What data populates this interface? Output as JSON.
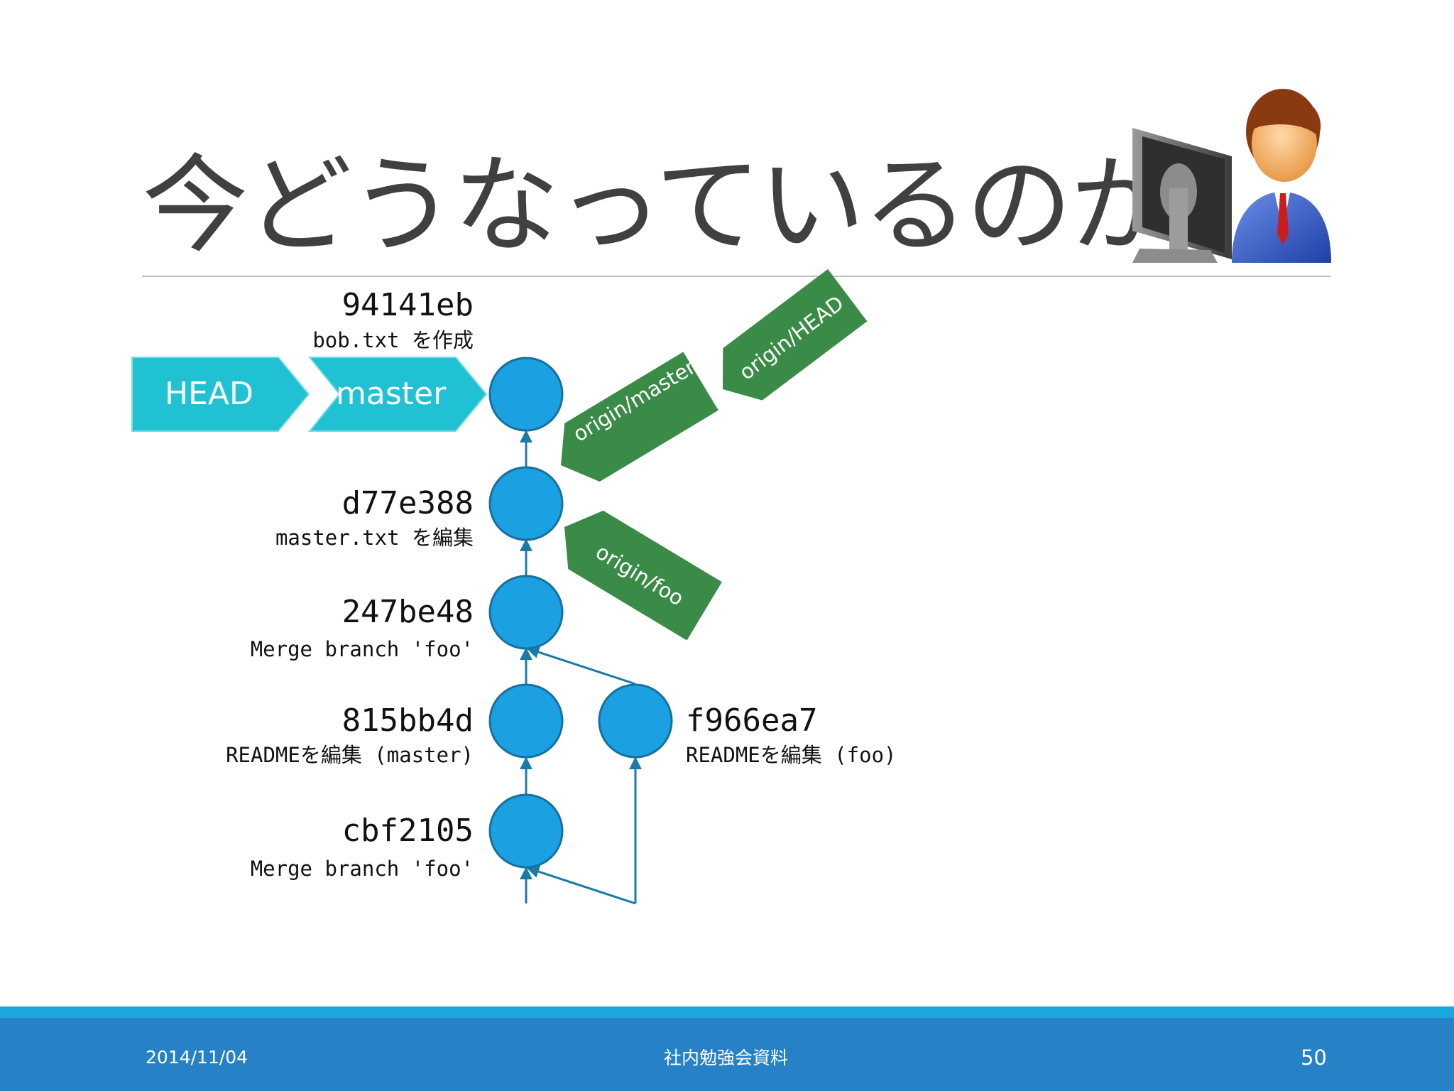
{
  "slide": {
    "title": "今どうなっているのか",
    "footer": {
      "date": "2014/11/04",
      "center": "社内勉強会資料",
      "page": "50"
    }
  },
  "refs": {
    "head": "HEAD",
    "master": "master",
    "origin_master": "origin/master",
    "origin_head": "origin/HEAD",
    "origin_foo": "origin/foo"
  },
  "commits": [
    {
      "hash": "94141eb",
      "message": "bob.txt を作成"
    },
    {
      "hash": "d77e388",
      "message": "master.txt を編集"
    },
    {
      "hash": "247be48",
      "message": "Merge branch 'foo'"
    },
    {
      "hash": "815bb4d",
      "message": "READMEを編集 (master)"
    },
    {
      "hash": "f966ea7",
      "message": "READMEを編集 (foo)"
    },
    {
      "hash": "cbf2105",
      "message": "Merge branch 'foo'"
    }
  ],
  "colors": {
    "commit_fill": "#1ba1e2",
    "commit_stroke": "#16719e",
    "local_ref": "#20c1d3",
    "remote_ref": "#3a8b47",
    "footer": "#2781c6",
    "footer_stripe": "#1aa7df"
  }
}
